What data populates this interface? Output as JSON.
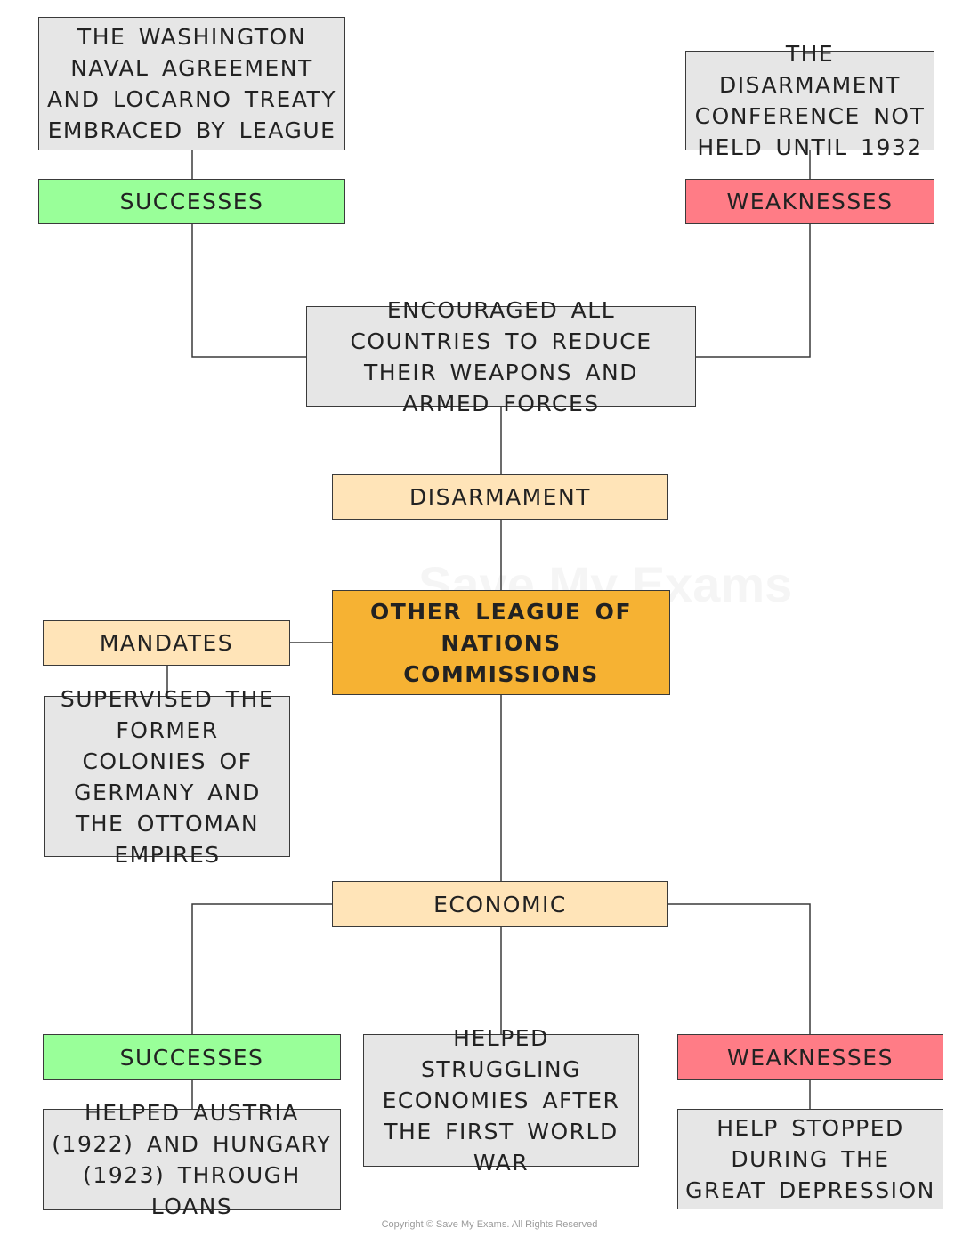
{
  "central": {
    "label": "OTHER LEAGUE OF NATIONS COMMISSIONS"
  },
  "disarmament": {
    "label": "DISARMAMENT",
    "description": "ENCOURAGED ALL COUNTRIES TO REDUCE THEIR WEAPONS AND ARMED FORCES",
    "successes": {
      "label": "SUCCESSES",
      "detail": "THE WASHINGTON NAVAL AGREEMENT AND LOCARNO TREATY EMBRACED BY LEAGUE"
    },
    "weaknesses": {
      "label": "WEAKNESSES",
      "detail": "THE DISARMAMENT CONFERENCE NOT HELD UNTIL 1932"
    }
  },
  "mandates": {
    "label": "MANDATES",
    "detail": "SUPERVISED THE FORMER COLONIES OF GERMANY AND THE OTTOMAN EMPIRES"
  },
  "economic": {
    "label": "ECONOMIC",
    "description": "HELPED STRUGGLING ECONOMIES AFTER THE FIRST WORLD WAR",
    "successes": {
      "label": "SUCCESSES",
      "detail": "HELPED AUSTRIA (1922) AND HUNGARY (1923) THROUGH LOANS"
    },
    "weaknesses": {
      "label": "WEAKNESSES",
      "detail": "HELP STOPPED DURING THE GREAT DEPRESSION"
    }
  },
  "watermark": "Save My Exams",
  "footer": {
    "copyright": "Copyright © Save My Exams. All Rights Reserved"
  },
  "colors": {
    "node_grey": "#e6e6e6",
    "success_green": "#99ff99",
    "weakness_red": "#ff7c86",
    "category_peach": "#ffe4b8",
    "central_orange": "#f6b233",
    "line": "#3a3a3a"
  }
}
